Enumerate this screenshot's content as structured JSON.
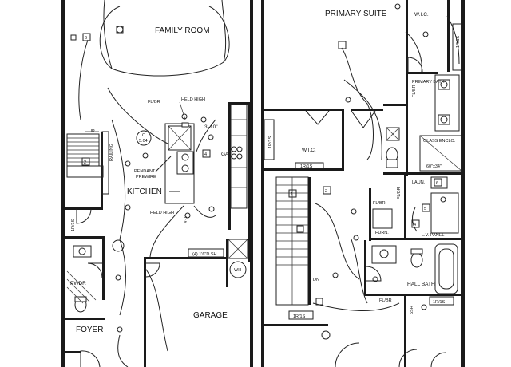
{
  "rooms": {
    "family_room": "FAMILY ROOM",
    "kitchen": "KITCHEN",
    "garage": "GARAGE",
    "foyer": "FOYER",
    "pwdr": "PWDR",
    "primary_suite": "PRIMARY SUITE",
    "wic_top": "W.I.C.",
    "wic_left": "W.I.C.",
    "primary_bath": "PRIMARY BATH",
    "glass_enclo": "GLASS ENCLO.",
    "laun": "LAUN.",
    "furn": "FURN.",
    "hall_bath": "HALL BATH"
  },
  "notes": {
    "fl_br_top": "FL/BR",
    "held_high_1": "HELD HIGH",
    "held_high_2": "HELD HIGH",
    "dim_3_10": "3'-10\"",
    "ga": "GA",
    "c_label": "C",
    "c_value": "5.04",
    "up": "UP",
    "railing": "RAILING",
    "pendant": "PENDANT",
    "prewire": "PREWIRE",
    "dim_4_1": "4'-1\"",
    "shelves": "(4) 1'6\"D SH.",
    "wh": "WH",
    "marker_6": "6",
    "marker_2_left": "2",
    "marker_4": "4",
    "marker_1": "1",
    "marker_2_right": "2",
    "marker_6_right": "6",
    "marker_5": "5",
    "marker_4_right": "4",
    "fl_br_bath": "FL/BR",
    "fl_br_furn": "FL/BR",
    "fl_br_laun": "FL/BR",
    "fl_br_hall": "FL/BR",
    "dim_60_34": "60\"x34\"",
    "lv_panel": "L.V. PANEL",
    "dn": "DN",
    "sh_1r": "1R/1S",
    "sh_1r_b": "1R/1S",
    "sh_1r_c": "1R/1S",
    "sh_1r_d": "1R/1S",
    "sh_5sh": "5SH"
  }
}
